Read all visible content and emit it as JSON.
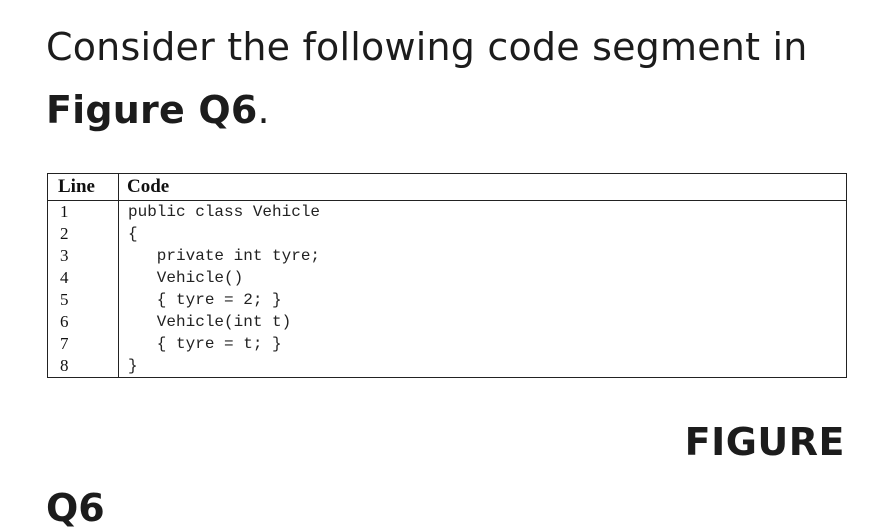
{
  "question": {
    "line1": "Consider the following code segment in",
    "figure_ref": "Figure Q6",
    "period": "."
  },
  "table": {
    "headers": {
      "line": "Line",
      "code": "Code"
    },
    "rows": [
      {
        "line": "1",
        "code": "public class Vehicle"
      },
      {
        "line": "2",
        "code": "{"
      },
      {
        "line": "3",
        "code": "   private int tyre;"
      },
      {
        "line": "4",
        "code": "   Vehicle()"
      },
      {
        "line": "5",
        "code": "   { tyre = 2; }"
      },
      {
        "line": "6",
        "code": "   Vehicle(int t)"
      },
      {
        "line": "7",
        "code": "   { tyre = t; }"
      },
      {
        "line": "8",
        "code": "}"
      }
    ]
  },
  "figure_label": "FIGURE",
  "cutoff_text": "Q6"
}
